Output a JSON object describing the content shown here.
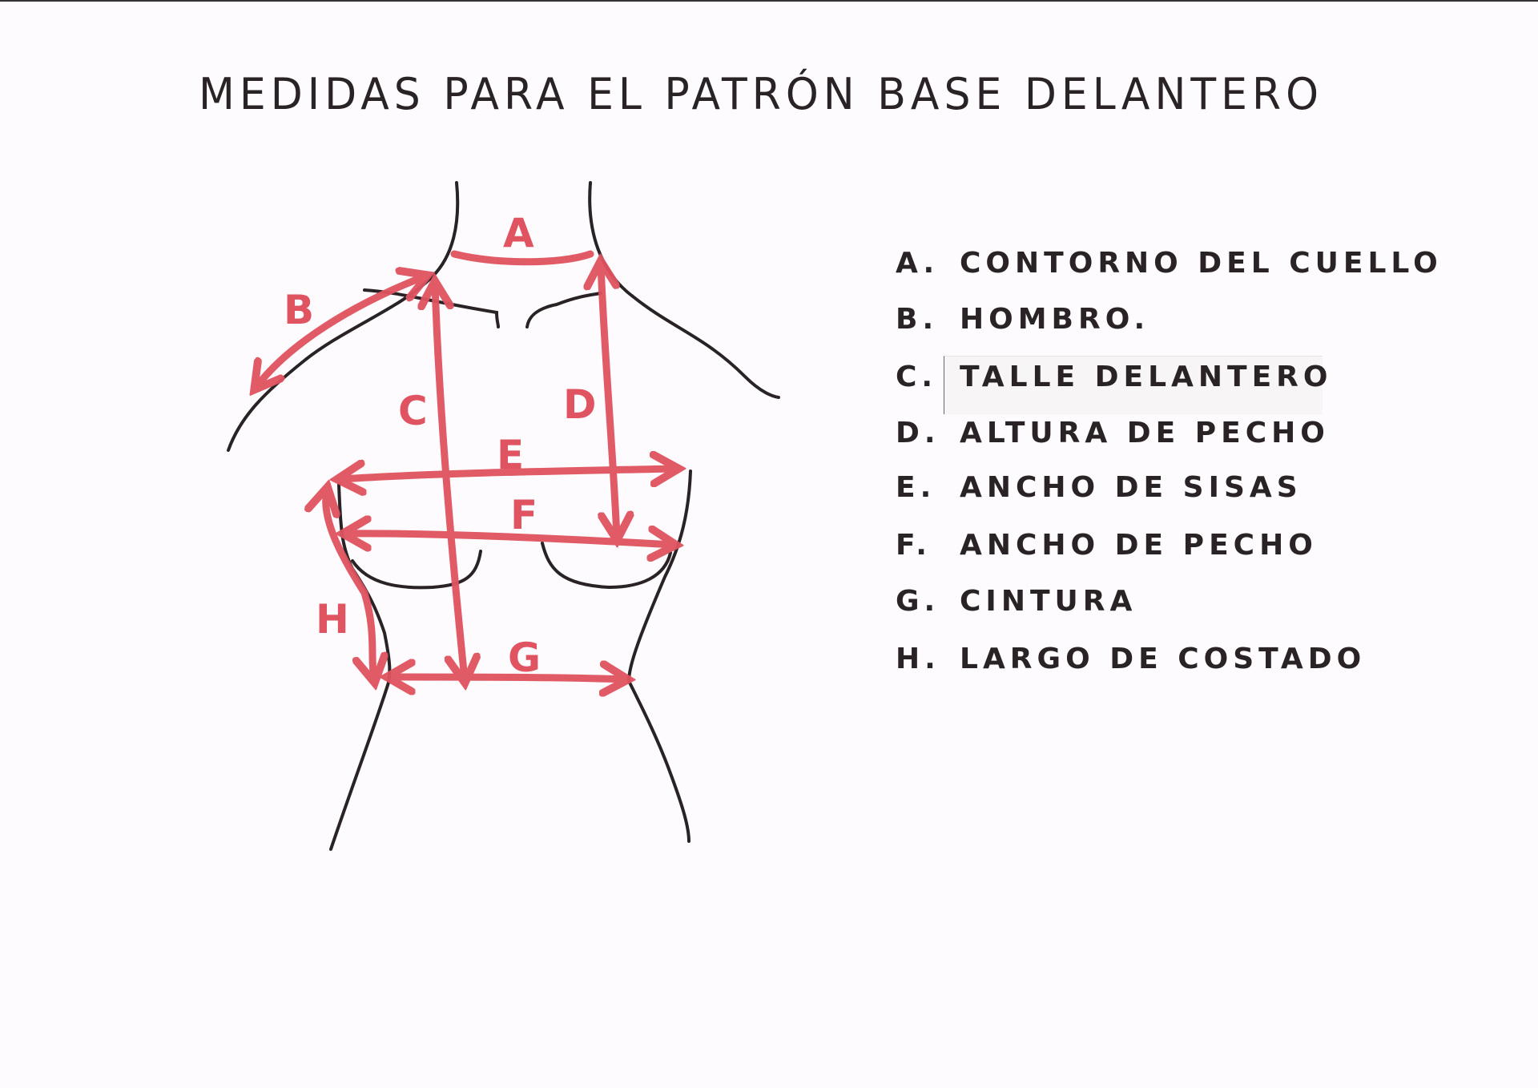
{
  "title": "MEDIDAS PARA EL PATRÓN BASE DELANTERO",
  "diagram": {
    "labels": [
      "A",
      "B",
      "C",
      "D",
      "E",
      "F",
      "G",
      "H"
    ],
    "colors": {
      "outline": "#2a2326",
      "measure": "#e05360",
      "paper": "#fdfbfd"
    }
  },
  "legend": {
    "items": [
      {
        "key": "A.",
        "label": "CONTORNO DEL CUELLO"
      },
      {
        "key": "B.",
        "label": "HOMBRO."
      },
      {
        "key": "C.",
        "label": "TALLE DELANTERO"
      },
      {
        "key": "D.",
        "label": "ALTURA DE PECHO"
      },
      {
        "key": "E.",
        "label": "ANCHO DE SISAS"
      },
      {
        "key": "F.",
        "label": "ANCHO DE PECHO"
      },
      {
        "key": "G.",
        "label": "CINTURA"
      },
      {
        "key": "H.",
        "label": "LARGO DE COSTADO"
      }
    ]
  }
}
